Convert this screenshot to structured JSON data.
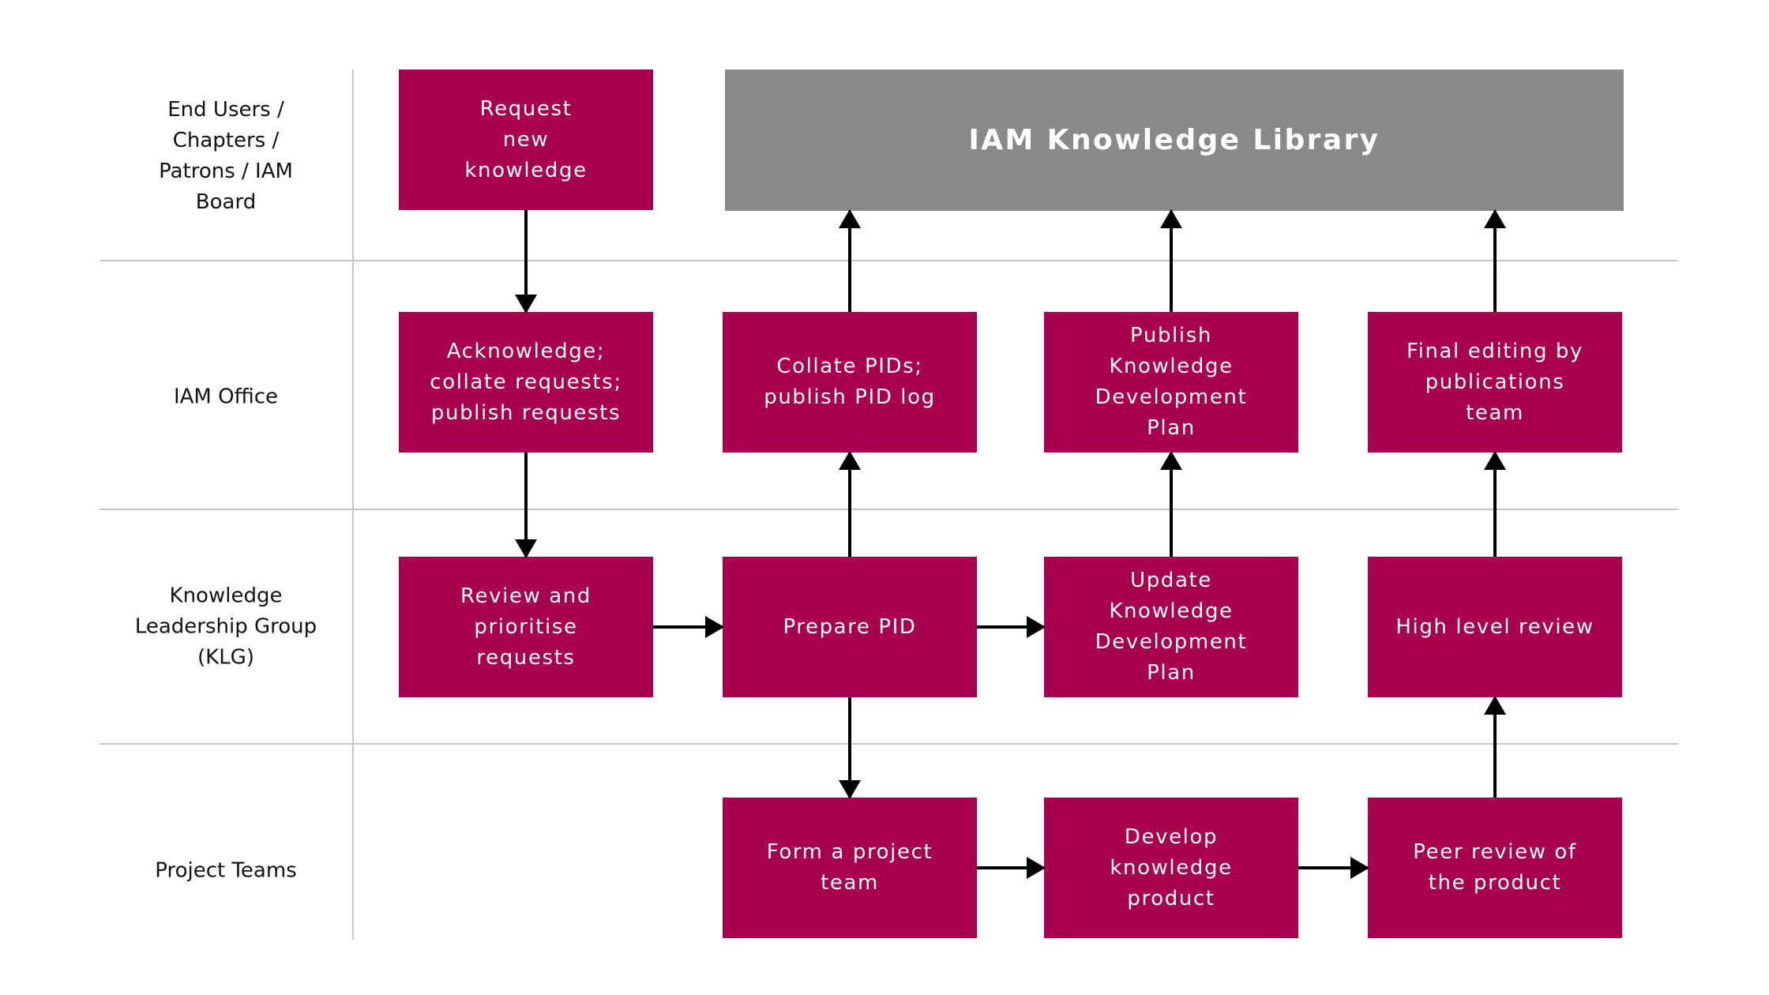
{
  "lanes": [
    {
      "id": "end-users",
      "label": "End Users / Chapters / Patrons / IAM Board",
      "lines": [
        "End Users /",
        "Chapters /",
        "Patrons / IAM",
        "Board"
      ]
    },
    {
      "id": "iam-office",
      "label": "IAM Office",
      "lines": [
        "IAM Office"
      ]
    },
    {
      "id": "klg",
      "label": "Knowledge Leadership Group (KLG)",
      "lines": [
        "Knowledge",
        "Leadership Group",
        "(KLG)"
      ]
    },
    {
      "id": "project-teams",
      "label": "Project Teams",
      "lines": [
        "Project Teams"
      ]
    }
  ],
  "library": {
    "id": "library",
    "label": "IAM Knowledge Library"
  },
  "nodes": [
    {
      "id": "request",
      "lane": 0,
      "col": 0,
      "lines": [
        "Request",
        "new",
        "knowledge"
      ]
    },
    {
      "id": "acknowledge",
      "lane": 1,
      "col": 0,
      "lines": [
        "Acknowledge;",
        "collate requests;",
        "publish requests"
      ]
    },
    {
      "id": "collate-pids",
      "lane": 1,
      "col": 1,
      "lines": [
        "Collate PIDs;",
        "publish PID log"
      ]
    },
    {
      "id": "publish-kdp",
      "lane": 1,
      "col": 2,
      "lines": [
        "Publish",
        "Knowledge",
        "Development",
        "Plan"
      ]
    },
    {
      "id": "final-editing",
      "lane": 1,
      "col": 3,
      "lines": [
        "Final editing by",
        "publications",
        "team"
      ]
    },
    {
      "id": "review-prioritise",
      "lane": 2,
      "col": 0,
      "lines": [
        "Review and",
        "prioritise",
        "requests"
      ]
    },
    {
      "id": "prepare-pid",
      "lane": 2,
      "col": 1,
      "lines": [
        "Prepare PID"
      ]
    },
    {
      "id": "update-kdp",
      "lane": 2,
      "col": 2,
      "lines": [
        "Update",
        "Knowledge",
        "Development",
        "Plan"
      ]
    },
    {
      "id": "high-level-review",
      "lane": 2,
      "col": 3,
      "lines": [
        "High level review"
      ]
    },
    {
      "id": "form-team",
      "lane": 3,
      "col": 1,
      "lines": [
        "Form a project",
        "team"
      ]
    },
    {
      "id": "develop-product",
      "lane": 3,
      "col": 2,
      "lines": [
        "Develop",
        "knowledge",
        "product"
      ]
    },
    {
      "id": "peer-review",
      "lane": 3,
      "col": 3,
      "lines": [
        "Peer review of",
        "the product"
      ]
    }
  ],
  "edges": [
    {
      "from": "request",
      "to": "acknowledge"
    },
    {
      "from": "acknowledge",
      "to": "review-prioritise"
    },
    {
      "from": "review-prioritise",
      "to": "prepare-pid"
    },
    {
      "from": "prepare-pid",
      "to": "collate-pids"
    },
    {
      "from": "collate-pids",
      "to": "library"
    },
    {
      "from": "prepare-pid",
      "to": "form-team"
    },
    {
      "from": "prepare-pid",
      "to": "update-kdp"
    },
    {
      "from": "update-kdp",
      "to": "publish-kdp"
    },
    {
      "from": "publish-kdp",
      "to": "library"
    },
    {
      "from": "form-team",
      "to": "develop-product"
    },
    {
      "from": "develop-product",
      "to": "peer-review"
    },
    {
      "from": "peer-review",
      "to": "high-level-review"
    },
    {
      "from": "high-level-review",
      "to": "final-editing"
    },
    {
      "from": "final-editing",
      "to": "library"
    }
  ],
  "colors": {
    "node": "#a8004f",
    "library": "#88898b",
    "arrow": "#000000",
    "divider": "#c8c8c8"
  }
}
